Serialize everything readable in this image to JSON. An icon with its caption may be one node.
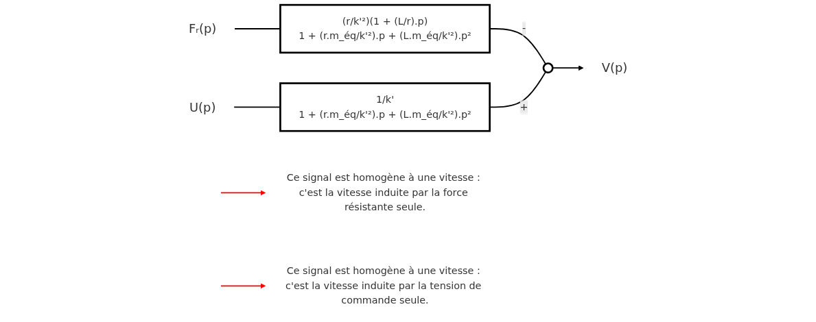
{
  "diagram": {
    "nodes": [
      {
        "text": [
          "Fᵣ(p)"
        ]
      },
      {
        "text": [
          "(r/k'²)(1 + (L/r).p)",
          "1 + (r.m_éq/k'²).p + (L.m_éq/k'²).p²"
        ]
      },
      {
        "text": [
          "U(p)"
        ]
      },
      {
        "text": [
          "1/k'",
          "1 + (r.m_éq/k'²).p + (L.m_éq/k'²).p²"
        ]
      },
      {
        "text": [],
        "shape": "circle"
      },
      {
        "text": [
          "V(p)"
        ]
      },
      {
        "text": [
          "Ce signal est homogène à une vitesse : c'est la vitesse induite par la force résistante seule."
        ]
      },
      {
        "text": [
          "Ce signal est homogène à une vitesse : c'est la vitesse induite par la tension de commande seule."
        ]
      }
    ],
    "edges": [
      {
        "from": 0,
        "to": 1,
        "arrow": "none"
      },
      {
        "from": 1,
        "to": 4,
        "arrow": "none",
        "label": "-"
      },
      {
        "from": 2,
        "to": 3,
        "arrow": "none"
      },
      {
        "from": 3,
        "to": 4,
        "arrow": "none",
        "label": "+"
      },
      {
        "from": 4,
        "to": 5,
        "arrow": "to"
      },
      {
        "from": null,
        "to": 6,
        "arrow": "to",
        "color": "#ff0000"
      },
      {
        "from": null,
        "to": 7,
        "arrow": "to",
        "color": "#ff0000"
      }
    ]
  }
}
